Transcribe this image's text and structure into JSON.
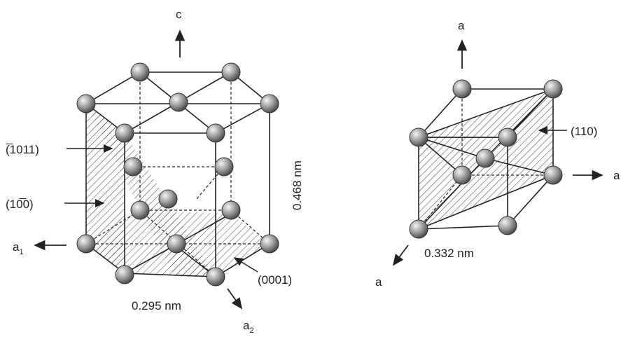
{
  "hcp": {
    "axis_c": "c",
    "axis_a1": "a",
    "axis_a1_sub": "1",
    "axis_a2": "a",
    "axis_a2_sub": "2",
    "plane_pyramidal": "(̅1011)",
    "plane_prism": "(10̅0)",
    "plane_basal": "(0001)",
    "dim_height": "0.468 nm",
    "dim_width": "0.295 nm"
  },
  "bcc": {
    "axis_top": "a",
    "axis_right": "a",
    "axis_bottom": "a",
    "plane_110": "(110)",
    "dim_edge": "0.332 nm"
  },
  "colors": {
    "line": "#222222",
    "hatch": "#444444",
    "atom_light": "#f2f2f2",
    "atom_dark": "#5a5a5a"
  }
}
